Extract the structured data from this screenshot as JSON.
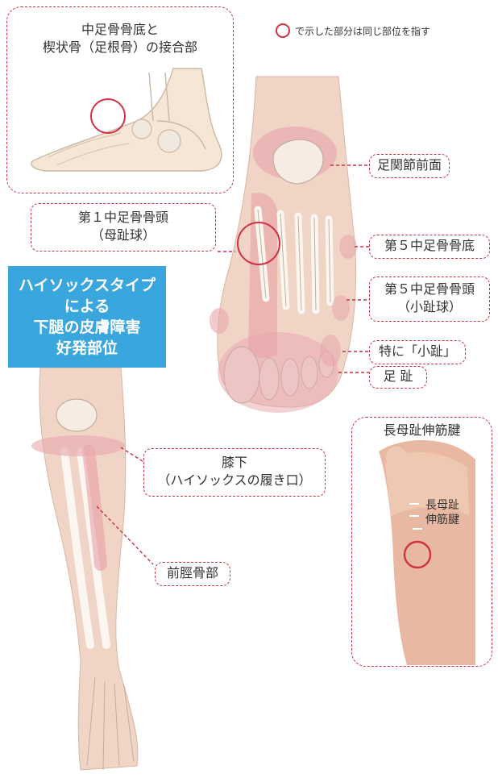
{
  "legend": {
    "text": "で示した部分は同じ部位を指す",
    "color": "#d32f45"
  },
  "inset_top": {
    "line1": "中足骨骨底と",
    "line2": "楔状骨（足根骨）の接合部"
  },
  "labels": {
    "ankle_front": "足関節前面",
    "met1_head_line1": "第１中足骨骨頭",
    "met1_head_line2": "（母趾球）",
    "met5_base": "第５中足骨骨底",
    "met5_head_line1": "第５中足骨骨頭",
    "met5_head_line2": "（小趾球）",
    "little_toe": "特に「小趾」",
    "toes": "足 趾",
    "below_knee_line1": "膝下",
    "below_knee_line2": "（ハイソックスの履き口）",
    "tibia": "前脛骨部"
  },
  "callout": {
    "line1": "ハイソックスタイプ",
    "line2": "による",
    "line3": "下腿の皮膚障害",
    "line4": "好発部位",
    "bg_color": "#3aa6de"
  },
  "inset_photo": {
    "title": "長母趾伸筋腱",
    "tendon_line1": "長母趾",
    "tendon_line2": "伸筋腱"
  }
}
